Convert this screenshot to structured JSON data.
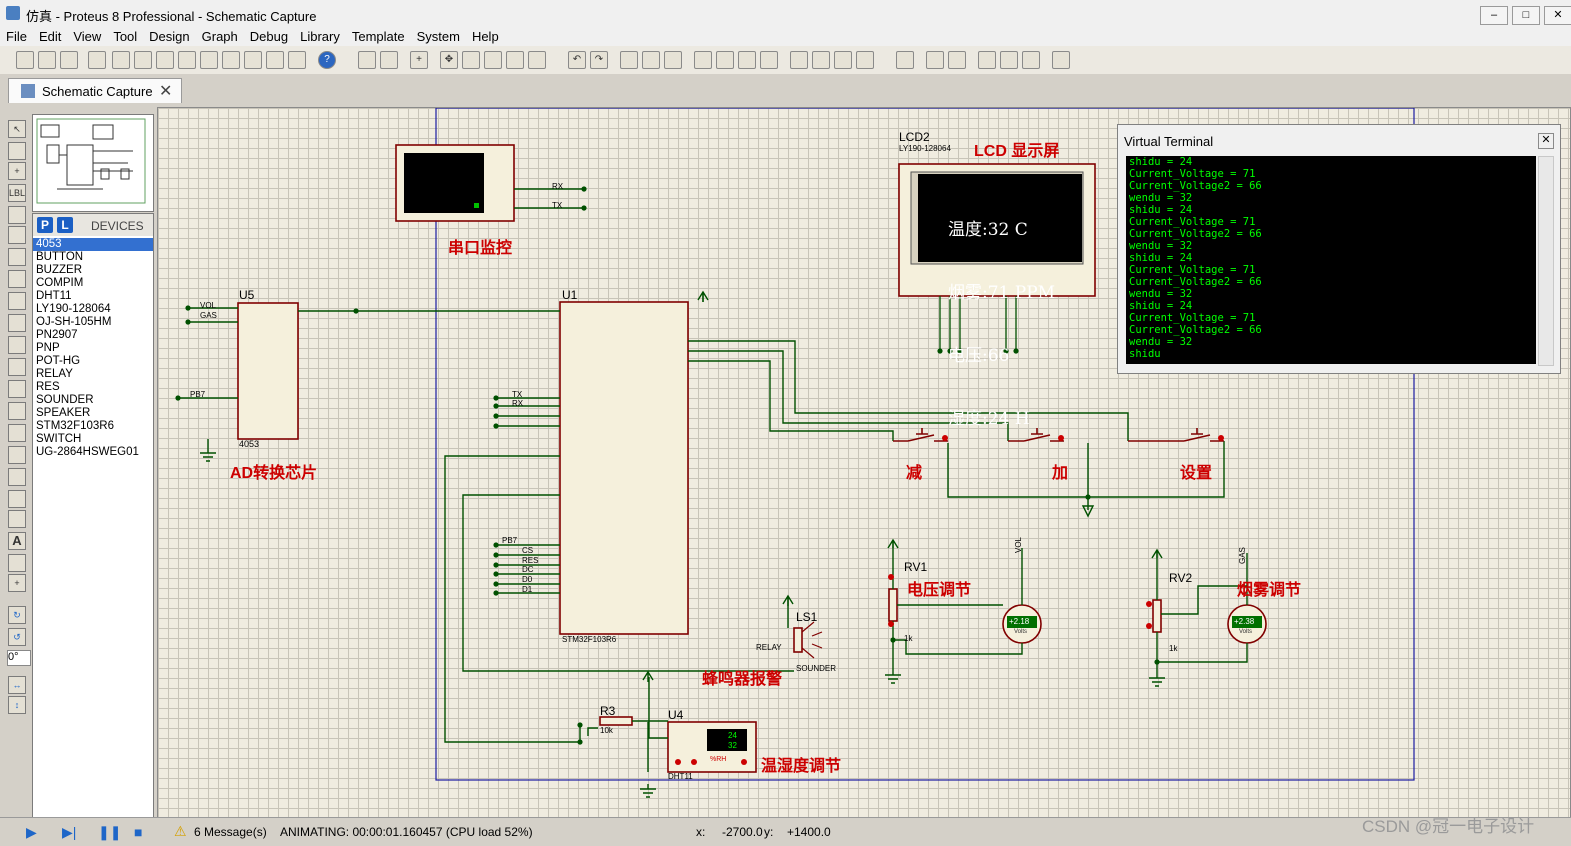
{
  "window": {
    "title": "仿真 - Proteus 8 Professional - Schematic Capture"
  },
  "menu": [
    "File",
    "Edit",
    "View",
    "Tool",
    "Design",
    "Graph",
    "Debug",
    "Library",
    "Template",
    "System",
    "Help"
  ],
  "tab": {
    "label": "Schematic Capture"
  },
  "device_panel": {
    "p_label": "P",
    "l_label": "L",
    "title": "DEVICES",
    "items": [
      "4053",
      "BUTTON",
      "BUZZER",
      "COMPIM",
      "DHT11",
      "LY190-128064",
      "OJ-SH-105HM",
      "PN2907",
      "PNP",
      "POT-HG",
      "RELAY",
      "RES",
      "SOUNDER",
      "SPEAKER",
      "STM32F103R6",
      "SWITCH",
      "UG-2864HSWEG01"
    ],
    "selected": "4053"
  },
  "rotation": "0°",
  "schematic": {
    "labels": {
      "serial": "串口监控",
      "lcd_title": "LCD 显示屏",
      "ad": "AD转换芯片",
      "buzzer": "蜂鸣器报警",
      "temp_hum": "温湿度调节",
      "voltage": "电压调节",
      "smoke": "烟雾调节",
      "btn_minus": "减",
      "btn_plus": "加",
      "btn_set": "设置"
    },
    "parts": {
      "u5_ref": "U5",
      "u5_type": "4053",
      "u1_ref": "U1",
      "u1_type": "STM32F103R6",
      "lcd_ref": "LCD2",
      "lcd_type": "LY190-128064",
      "u4_ref": "U4",
      "u4_type": "DHT11",
      "r3_ref": "R3",
      "r3_val": "10k",
      "ls1_ref": "LS1",
      "ls1_type": "SOUNDER",
      "rv1_ref": "RV1",
      "rv2_ref": "RV2",
      "rv_val": "1k",
      "meter1": "+2.18",
      "meter2": "+2.38",
      "meter_unit": "Volts",
      "dht_t": "24",
      "dht_h": "32",
      "dht_rh": "%RH",
      "net_tx": "TX",
      "net_rx": "RX",
      "net_vol": "VOL",
      "net_gas": "GAS",
      "net_relay": "RELAY",
      "net_pb7": "PB7",
      "net_cs": "CS",
      "net_res": "RES",
      "net_dc": "DC",
      "net_d0": "D0",
      "net_d1": "D1"
    },
    "lcd_lines": [
      "温度:32 C",
      "烟雾:71 PPM",
      "电压:66",
      "湿度:24 H"
    ]
  },
  "terminal": {
    "title": "Virtual Terminal",
    "lines": [
      "shidu = 24",
      "Current_Voltage = 71",
      "Current_Voltage2 = 66",
      "wendu = 32",
      "shidu = 24",
      "Current_Voltage = 71",
      "Current_Voltage2 = 66",
      "wendu = 32",
      "shidu = 24",
      "Current_Voltage = 71",
      "Current_Voltage2 = 66",
      "wendu = 32",
      "shidu = 24",
      "Current_Voltage = 71",
      "Current_Voltage2 = 66",
      "wendu = 32",
      "shidu"
    ]
  },
  "status": {
    "messages": "6 Message(s)",
    "animating": "ANIMATING: 00:00:01.160457 (CPU load 52%)",
    "x_label": "x:",
    "x_value": "-2700.0",
    "y_label": "y:",
    "y_value": "+1400.0"
  },
  "watermark": "CSDN @冠一电子设计",
  "colors": {
    "wire": "#005000",
    "part_outline": "#800000",
    "part_fill": "#f5f0dc",
    "label_red": "#cc0000",
    "terminal_text": "#00ff00"
  }
}
